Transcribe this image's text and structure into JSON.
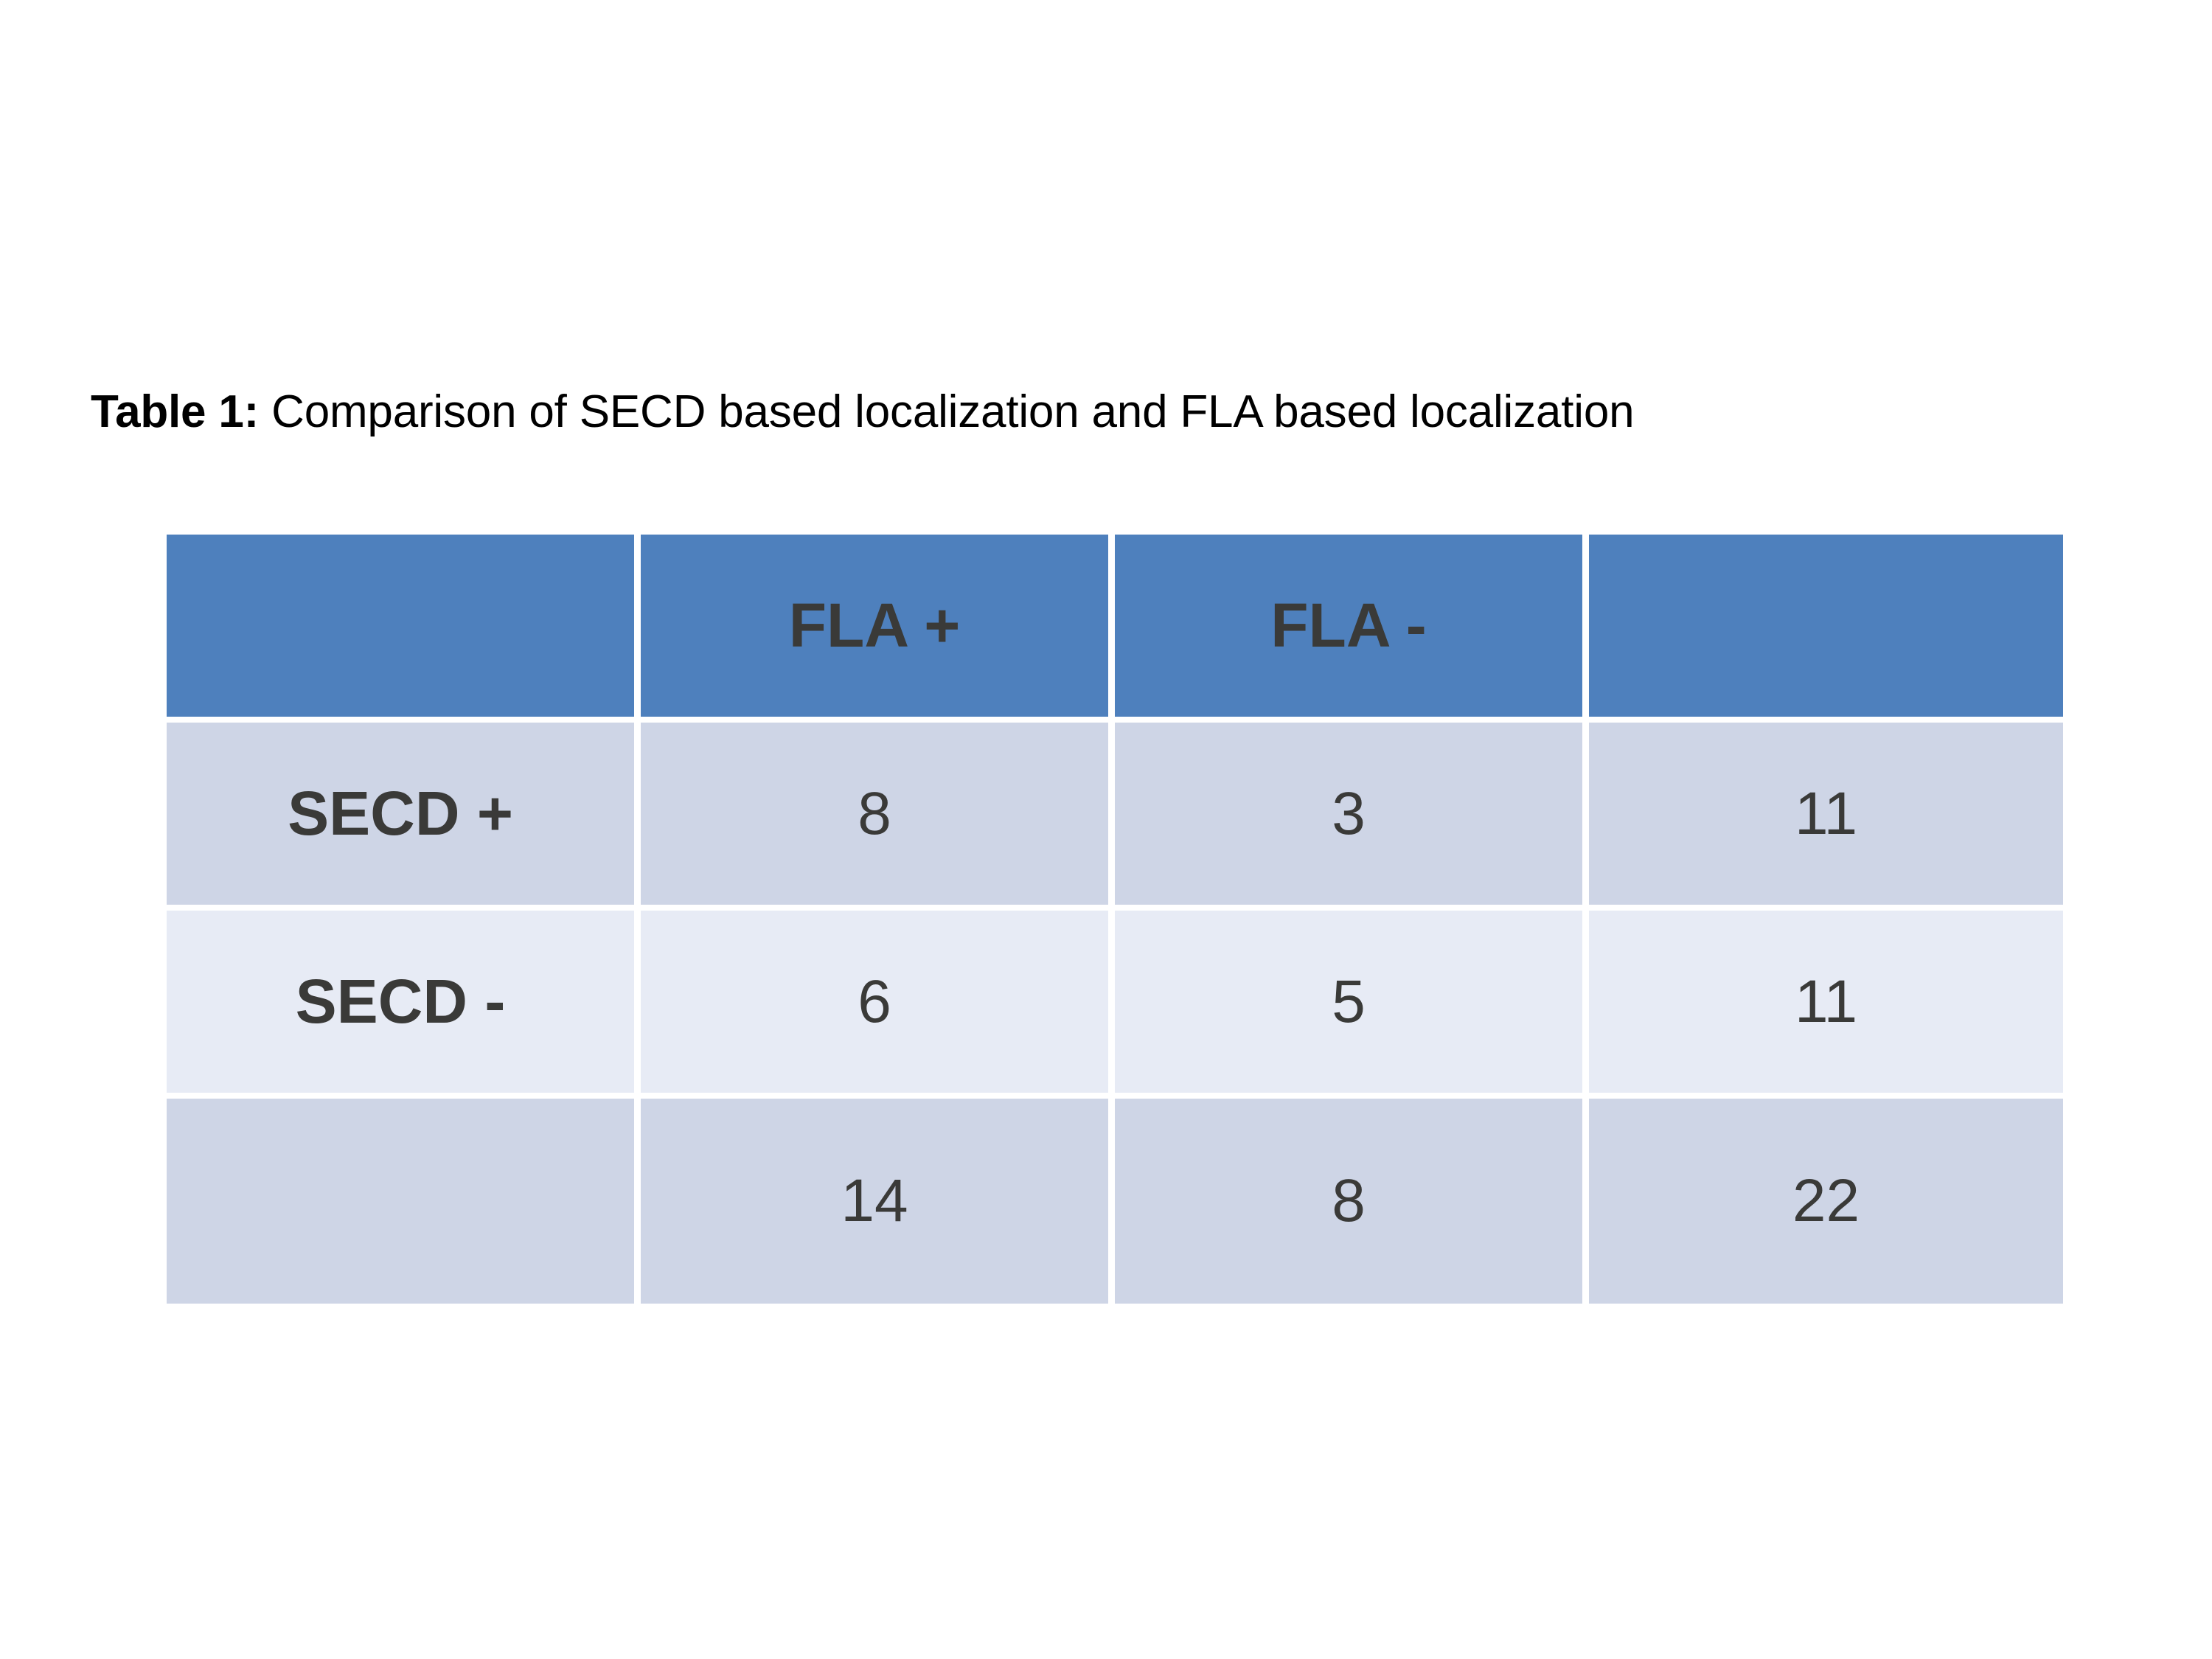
{
  "slide": {
    "background_color": "#ffffff"
  },
  "caption": {
    "label": "Table 1:",
    "text": " Comparison of SECD based localization and FLA based localization",
    "full": "Table 1: Comparison of SECD based localization and FLA based localization"
  },
  "table": {
    "header_bg_color": "#4e80bd",
    "row_dark_color": "#ced5e6",
    "row_light_color": "#e7ebf5",
    "text_color": "#3a3a38",
    "gridline_color": "#ffffff",
    "columns": [
      "",
      "FLA +",
      "FLA -",
      ""
    ],
    "rows": [
      {
        "label": "SECD +",
        "values": [
          "8",
          "3",
          "11"
        ]
      },
      {
        "label": "SECD -",
        "values": [
          "6",
          "5",
          "11"
        ]
      },
      {
        "label": "",
        "values": [
          "14",
          "8",
          "22"
        ]
      }
    ]
  },
  "chart_data": {
    "type": "table",
    "title": "Table 1: Comparison of SECD based localization and FLA based localization",
    "columns": [
      "",
      "FLA +",
      "FLA -",
      ""
    ],
    "rows": [
      [
        "SECD +",
        8,
        3,
        11
      ],
      [
        "SECD -",
        6,
        5,
        11
      ],
      [
        "",
        14,
        8,
        22
      ]
    ]
  }
}
